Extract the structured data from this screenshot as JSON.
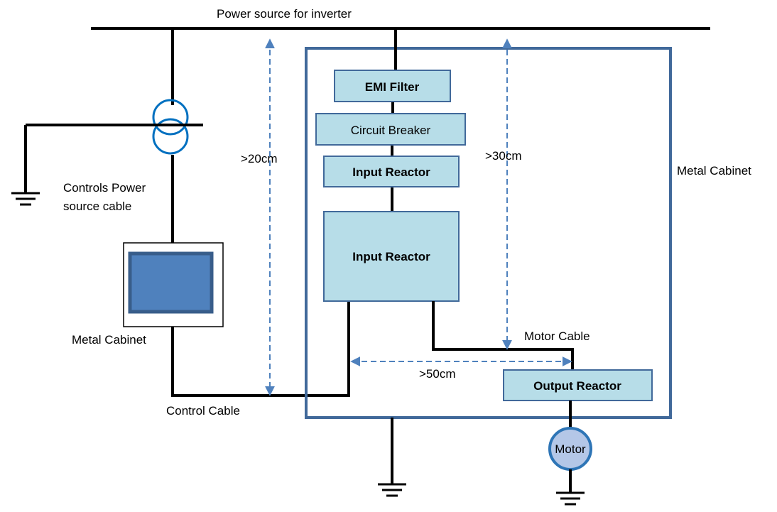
{
  "labels": {
    "power_source": "Power source for inverter",
    "controls_power_line1": "Controls Power",
    "controls_power_line2": "source cable",
    "metal_cabinet_small": "Metal Cabinet",
    "control_cable": "Control Cable",
    "metal_cabinet_main": "Metal Cabinet",
    "motor_cable": "Motor Cable",
    "dist_20": ">20cm",
    "dist_30": ">30cm",
    "dist_50": ">50cm"
  },
  "blocks": {
    "emi_filter": "EMI Filter",
    "circuit_breaker": "Circuit Breaker",
    "input_reactor_small": "Input Reactor",
    "input_reactor_large": "Input Reactor",
    "output_reactor": "Output Reactor",
    "motor": "Motor"
  },
  "colors": {
    "wire": "#000000",
    "cabinet_border": "#41699a",
    "block_fill": "#b7dde8",
    "block_border": "#41699a",
    "dimension_arrow": "#4f81bd",
    "transformer": "#0070c0",
    "device_fill": "#4f81bd",
    "device_border": "#385d8a",
    "motor_fill": "#b4c7e7",
    "motor_border": "#2e75b6"
  }
}
